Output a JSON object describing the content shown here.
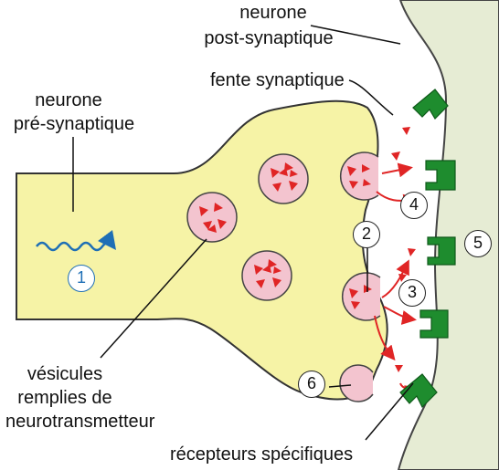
{
  "labels": {
    "post_synaptic_line1": "neurone",
    "post_synaptic_line2": "post-synaptique",
    "pre_synaptic_line1": "neurone",
    "pre_synaptic_line2": "pré-synaptique",
    "cleft": "fente synaptique",
    "vesicles_line1": "vésicules",
    "vesicles_line2": "remplies de",
    "vesicles_line3": "neurotransmetteur",
    "receptors": "récepteurs spécifiques"
  },
  "steps": [
    "1",
    "2",
    "3",
    "4",
    "5",
    "6"
  ],
  "colors": {
    "neuron_fill": "#f6f3a6",
    "neuron_outline": "#333333",
    "vesicle_fill": "#f3c4cf",
    "neurotransmitter": "#e02525",
    "receptor": "#1e8c2e",
    "impulse": "#1f6fb5",
    "postsynaptic_fill": "#e6ecd4"
  }
}
